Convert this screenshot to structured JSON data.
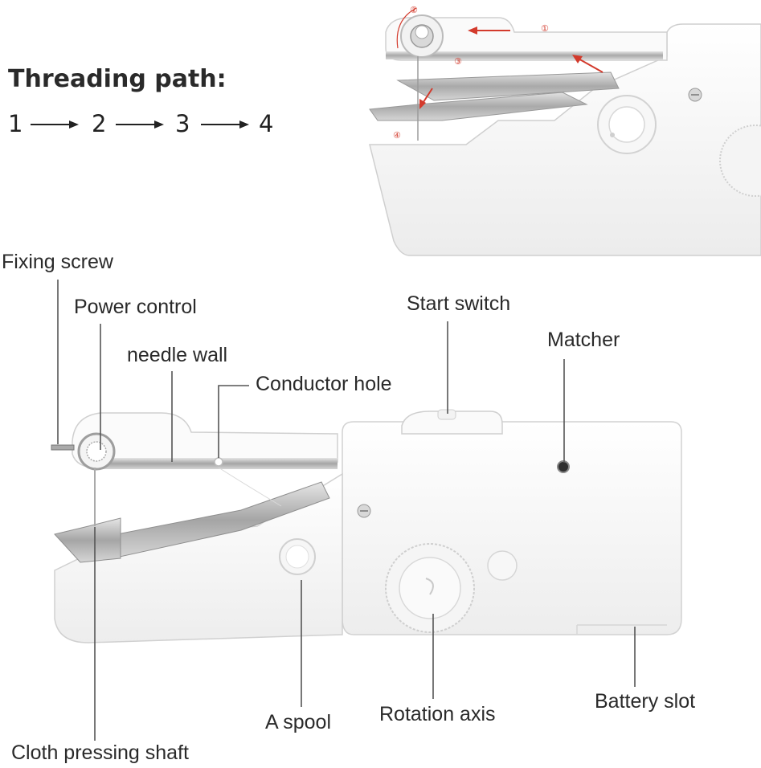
{
  "threading": {
    "title": "Threading path:",
    "steps": [
      "1",
      "2",
      "3",
      "4"
    ],
    "markers": [
      "①",
      "②",
      "③",
      "④"
    ]
  },
  "labels": {
    "fixing_screw": "Fixing screw",
    "power_control": "Power control",
    "needle_wall": "needle wall",
    "conductor_hole": "Conductor hole",
    "start_switch": "Start switch",
    "matcher": "Matcher",
    "a_spool": "A spool",
    "rotation_axis": "Rotation axis",
    "battery_slot": "Battery slot",
    "cloth_pressing_shaft": "Cloth pressing shaft"
  },
  "colors": {
    "body": "#ffffff",
    "body_shadow": "#e6e6e6",
    "outline": "#c9c9c9",
    "metal": "#b5b5b5",
    "leader": "#555555",
    "thread_marker": "#d33a2c"
  }
}
